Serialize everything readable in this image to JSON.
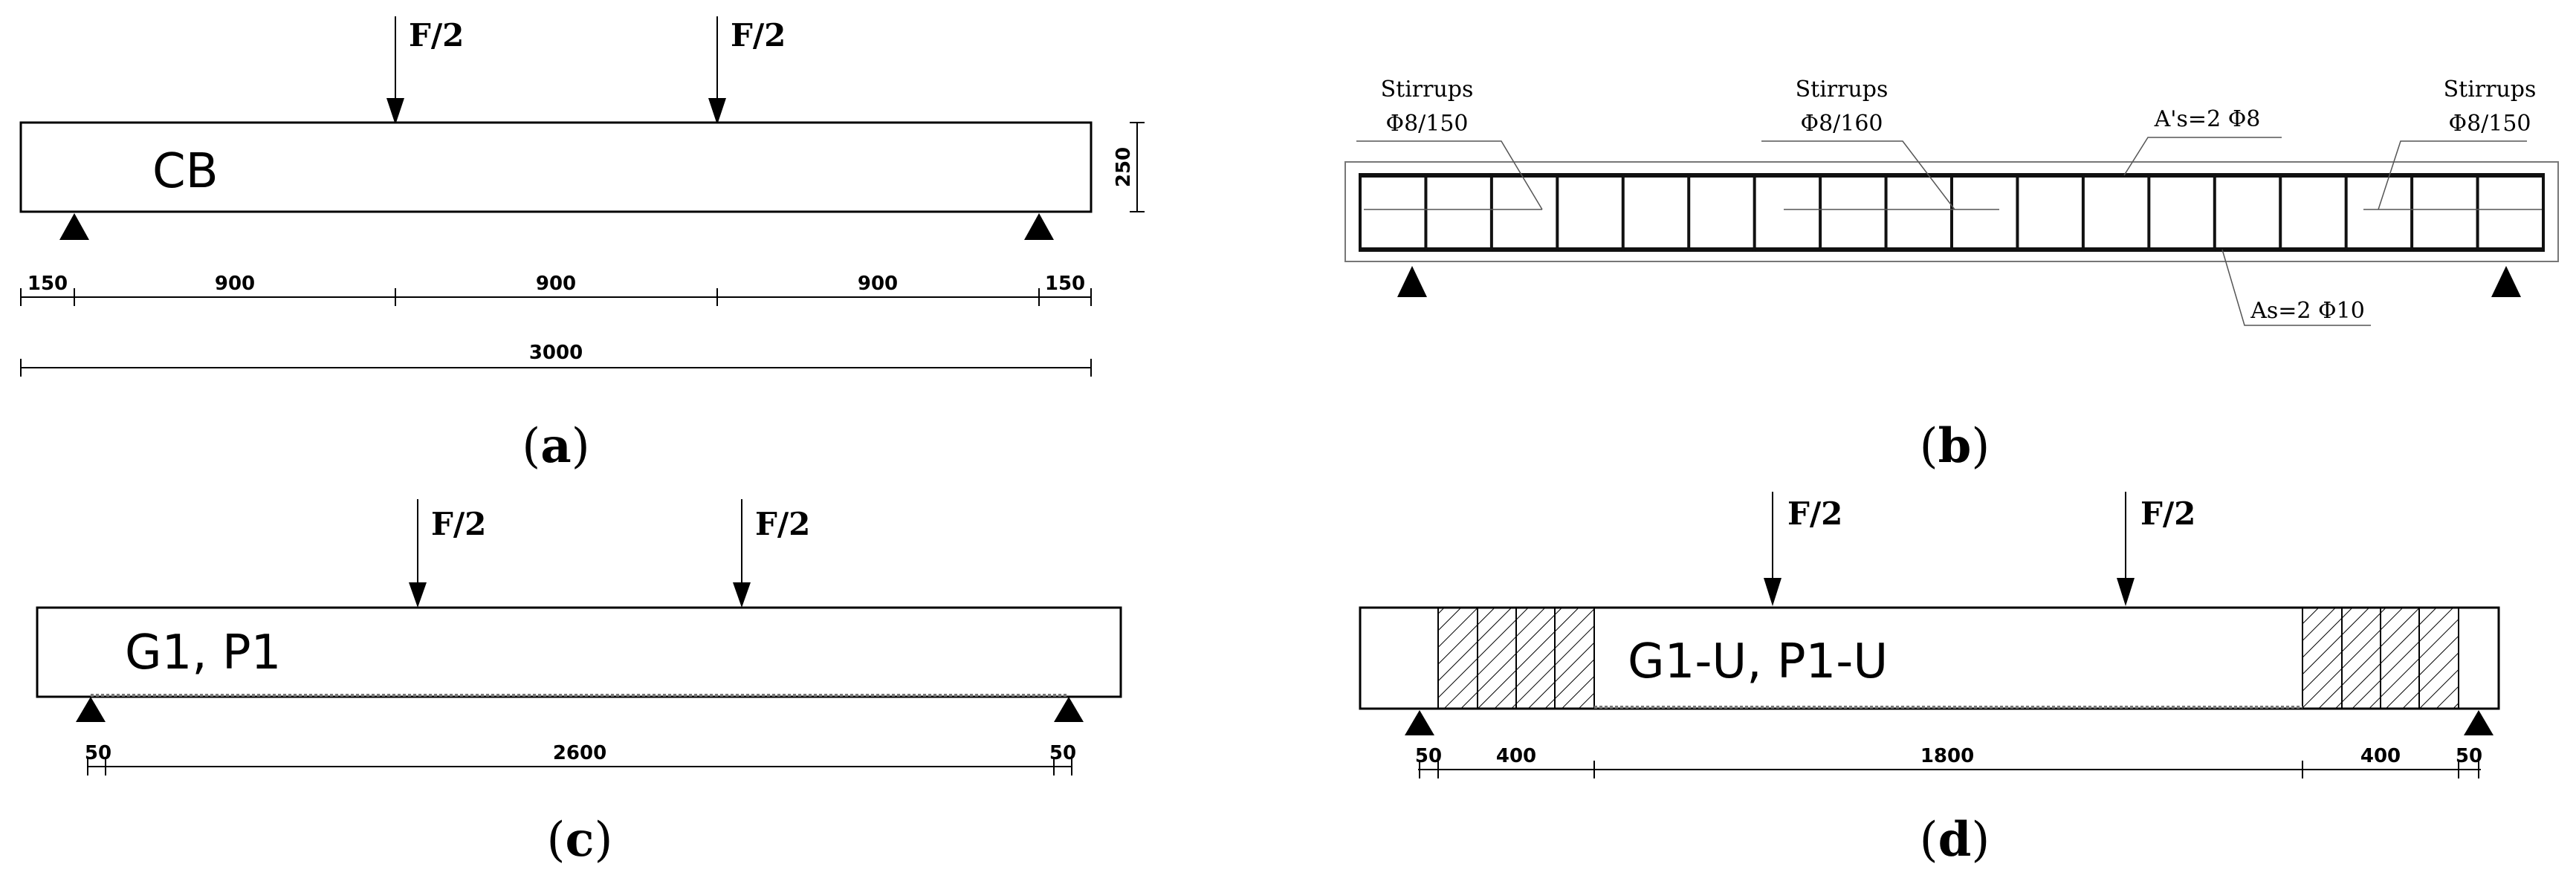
{
  "panel_a": {
    "caption_open": "(",
    "caption_letter": "a",
    "caption_close": ")",
    "beam_label": "CB",
    "load_left": "F/2",
    "load_right": "F/2",
    "height_dim": "250",
    "dims": [
      "150",
      "900",
      "900",
      "900",
      "150"
    ],
    "total_dim": "3000"
  },
  "panel_b": {
    "caption_open": "(",
    "caption_letter": "b",
    "caption_close": ")",
    "stirrups_left_title": "Stirrups",
    "stirrups_left_spec": "Φ8/150",
    "stirrups_mid_title": "Stirrups",
    "stirrups_mid_spec": "Φ8/160",
    "stirrups_right_title": "Stirrups",
    "stirrups_right_spec": "Φ8/150",
    "top_bars": "A's=2 Φ8",
    "bottom_bars": "As=2 Φ10"
  },
  "panel_c": {
    "caption_open": "(",
    "caption_letter": "c",
    "caption_close": ")",
    "beam_label": "G1, P1",
    "load_left": "F/2",
    "load_right": "F/2",
    "dims": [
      "50",
      "2600",
      "50"
    ]
  },
  "panel_d": {
    "caption_open": "(",
    "caption_letter": "d",
    "caption_close": ")",
    "beam_label": "G1-U, P1-U",
    "load_left": "F/2",
    "load_right": "F/2",
    "dims": [
      "50",
      "400",
      "1800",
      "400",
      "50"
    ]
  }
}
